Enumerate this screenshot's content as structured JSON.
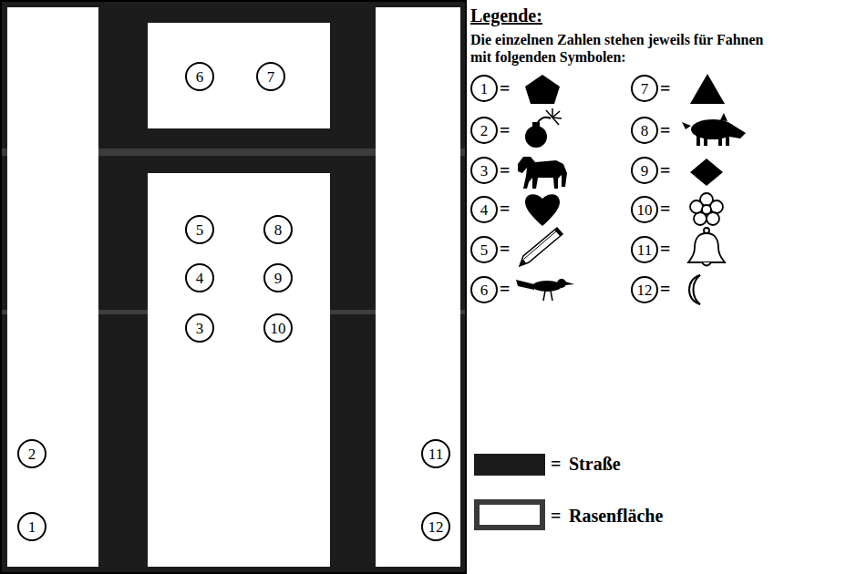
{
  "diagram": {
    "nodes": [
      {
        "text": [
          "6"
        ]
      },
      {
        "text": [
          "7"
        ]
      },
      {
        "text": [
          "5"
        ]
      },
      {
        "text": [
          "8"
        ]
      },
      {
        "text": [
          "4"
        ]
      },
      {
        "text": [
          "9"
        ]
      },
      {
        "text": [
          "3"
        ]
      },
      {
        "text": [
          "10"
        ]
      },
      {
        "text": [
          "2"
        ]
      },
      {
        "text": [
          "11"
        ]
      },
      {
        "text": [
          "1"
        ]
      },
      {
        "text": [
          "12"
        ]
      }
    ],
    "labels": [
      "Legende:",
      "Die einzelnen Zahlen stehen jeweils für Fahnen mit folgenden Symbolen:",
      "=",
      "=",
      "=",
      "=",
      "=",
      "=",
      "=",
      "=",
      "=",
      "=",
      "=",
      "=",
      "=",
      "="
    ],
    "legend": [
      {
        "text": "1"
      },
      {
        "text": "7"
      },
      {
        "text": "2"
      },
      {
        "text": "8"
      },
      {
        "text": "3"
      },
      {
        "text": "9"
      },
      {
        "text": "4"
      },
      {
        "text": "10"
      },
      {
        "text": "5"
      },
      {
        "text": "11"
      },
      {
        "text": "6"
      },
      {
        "text": "12"
      },
      {
        "text": "Straße",
        "color": "#1c1c1c"
      },
      {
        "text": "Rasenfläche",
        "color": "#ffffff"
      }
    ]
  }
}
